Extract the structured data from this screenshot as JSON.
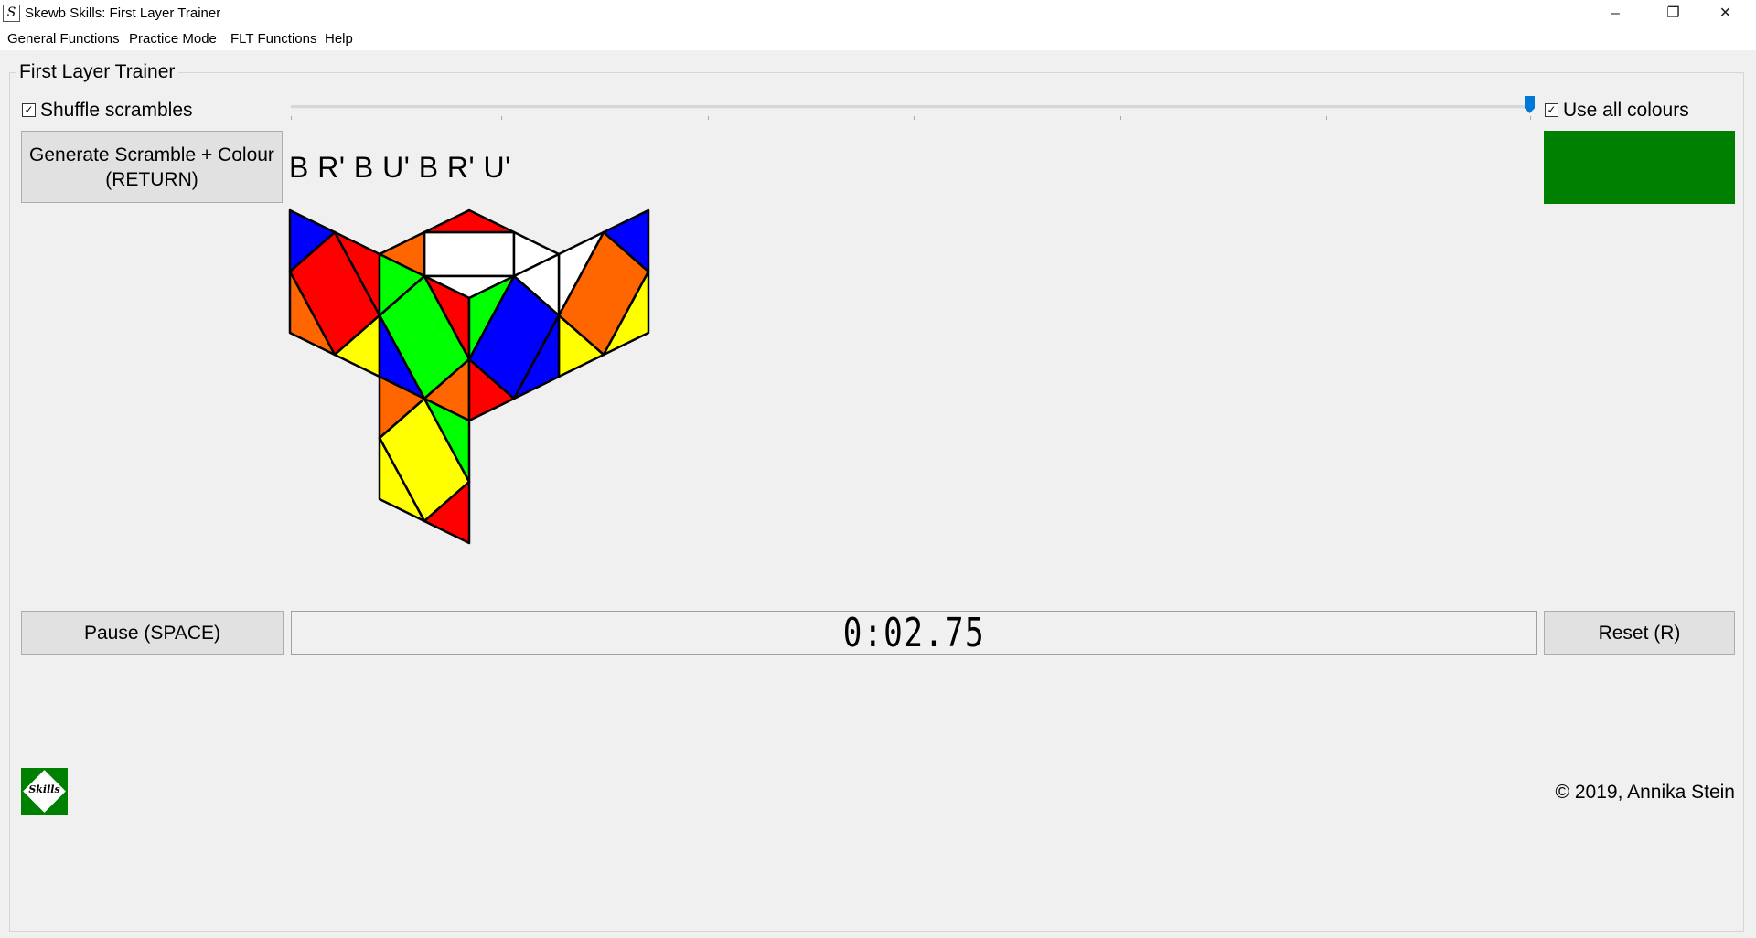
{
  "window": {
    "title": "Skewb Skills: First Layer Trainer",
    "icon_glyph": "S",
    "minimize": "–",
    "maximize": "❐",
    "close": "✕"
  },
  "menu": [
    "General Functions",
    "Practice Mode",
    "FLT Functions",
    "Help"
  ],
  "trainer": {
    "group_title": "First Layer Trainer",
    "shuffle_label": "Shuffle scrambles",
    "shuffle_checked": true,
    "use_all_colours_label": "Use all colours",
    "use_all_colours_checked": true,
    "slider_value_fraction": 1.0,
    "generate_button": {
      "line1": "Generate Scramble + Colour",
      "line2": "(RETURN)"
    },
    "scramble": "B R' B U' B R' U'",
    "colour_swatch": "#008000",
    "pause_button": "Pause (SPACE)",
    "timer": "0:02.75",
    "reset_button": "Reset (R)",
    "logo_text": "Skills",
    "copyright": "© 2019, Annika Stein"
  },
  "colors": {
    "B": "#0000ff",
    "R": "#ff0000",
    "O": "#ff6600",
    "Y": "#ffff00",
    "G": "#00ff00",
    "W": "#ffffff",
    "dark_green": "#008000",
    "accent": "#0078d7"
  },
  "skewb_net": {
    "left_face": {
      "center": "R",
      "corners": [
        "B",
        "R",
        "Y",
        "O"
      ]
    },
    "top_face": {
      "center": "W",
      "corners": [
        "O",
        "R",
        "W",
        "W"
      ]
    },
    "right_face": {
      "center": "O",
      "corners": [
        "W",
        "B",
        "Y",
        "Y"
      ]
    },
    "front_face": {
      "center": "G",
      "corners": [
        "G",
        "R",
        "O",
        "B"
      ]
    },
    "front_right_face": {
      "center": "B",
      "corners": [
        "G",
        "W",
        "B",
        "R"
      ]
    },
    "bottom_face": {
      "center": "Y",
      "corners": [
        "O",
        "G",
        "R",
        "Y"
      ]
    }
  }
}
